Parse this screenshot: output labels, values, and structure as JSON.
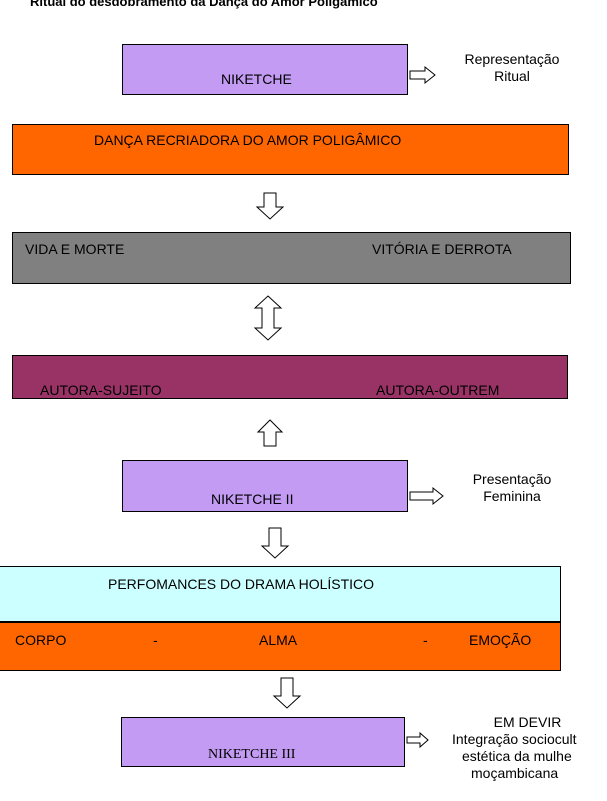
{
  "title": "Ritual do desdobramento da Dança do Amor Poligâmico",
  "colors": {
    "lavender": "#c39bf3",
    "orange": "#ff6600",
    "gray": "#808080",
    "plum": "#993366",
    "cyan": "#ccffff"
  },
  "niketche": {
    "label": "NIKETCHE",
    "side_line1": "Representação",
    "side_line2": "Ritual"
  },
  "danca": {
    "label": "DANÇA RECRIADORA DO AMOR POLIGÂMICO"
  },
  "vida": {
    "left": "VIDA E MORTE",
    "right": "VITÓRIA E DERROTA"
  },
  "autora": {
    "left": "AUTORA-SUJEITO",
    "right": "AUTORA-OUTREM"
  },
  "niketche2": {
    "label": "NIKETCHE II",
    "side_line1": "Presentação",
    "side_line2": "Feminina"
  },
  "perfomances": {
    "label": "PERFOMANCES DO DRAMA HOLÍSTICO"
  },
  "corpo": {
    "corpo": "CORPO",
    "dash1": "-",
    "alma": "ALMA",
    "dash2": "-",
    "emocao": "EMOÇÃO"
  },
  "niketche3": {
    "label": "NIKETCHE III",
    "side_line1": "EM DEVIR",
    "side_line2": "Integração sociocult",
    "side_line3": "estética da mulhe",
    "side_line4": "moçambicana"
  }
}
